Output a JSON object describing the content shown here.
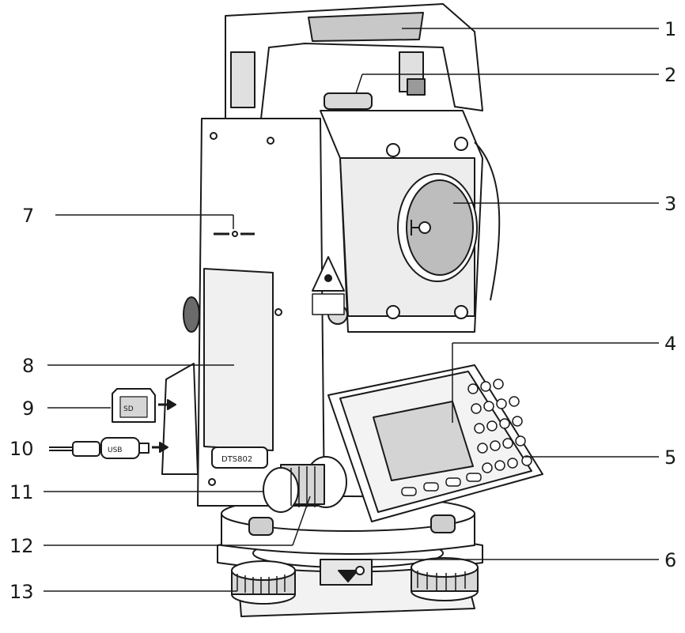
{
  "callouts": [
    {
      "id": "1",
      "label": "1"
    },
    {
      "id": "2",
      "label": "2"
    },
    {
      "id": "3",
      "label": "3"
    },
    {
      "id": "4",
      "label": "4"
    },
    {
      "id": "5",
      "label": "5"
    },
    {
      "id": "6",
      "label": "6"
    },
    {
      "id": "7",
      "label": "7"
    },
    {
      "id": "8",
      "label": "8"
    },
    {
      "id": "9",
      "label": "9"
    },
    {
      "id": "10",
      "label": "10"
    },
    {
      "id": "11",
      "label": "11"
    },
    {
      "id": "12",
      "label": "12"
    },
    {
      "id": "13",
      "label": "13"
    }
  ],
  "instrument_markings": {
    "usb_label": "USB",
    "sd_label": "SD",
    "serial_plate": "DTS802"
  },
  "colors": {
    "line": "#1a1a1a",
    "body_fill": "#ffffff",
    "shade_light": "#e6e6e6",
    "shade_mid": "#c8c8c8",
    "shade_dark": "#9a9a9a"
  }
}
